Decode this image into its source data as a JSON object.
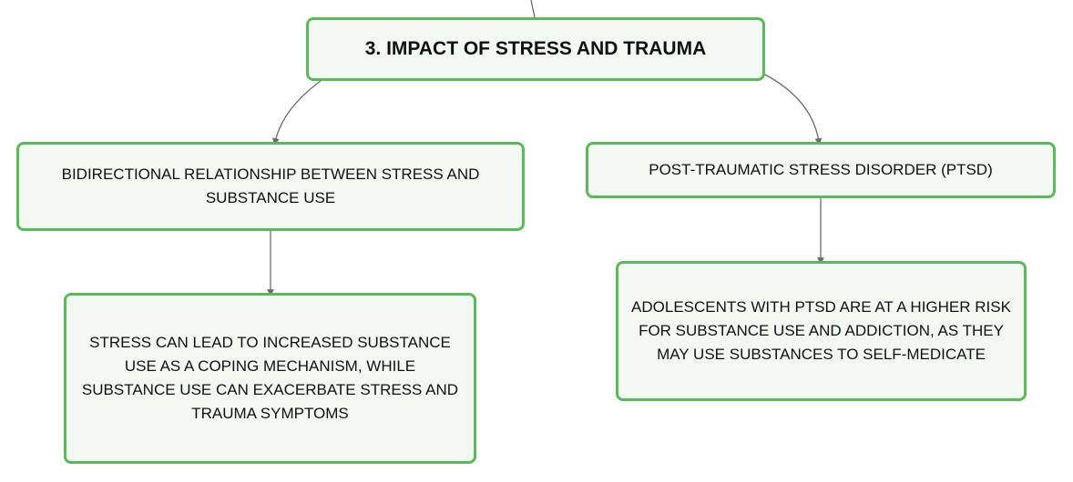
{
  "diagram": {
    "root": {
      "label": "3. Impact of stress and trauma"
    },
    "left_branch": {
      "label": "Bidirectional relationship between stress and substance use",
      "child": {
        "label": "Stress can lead to increased substance use as a coping mechanism, while substance use can exacerbate stress and trauma symptoms"
      }
    },
    "right_branch": {
      "label": "Post-traumatic stress disorder (PTSD)",
      "child": {
        "label": "Adolescents with PTSD are at a higher risk for substance use and addiction, as they may use substances to self-medicate"
      }
    }
  },
  "colors": {
    "node_border": "#5cb85c",
    "node_fill": "#f2f9f2",
    "connector": "#6b6b6b",
    "text": "#111111"
  }
}
